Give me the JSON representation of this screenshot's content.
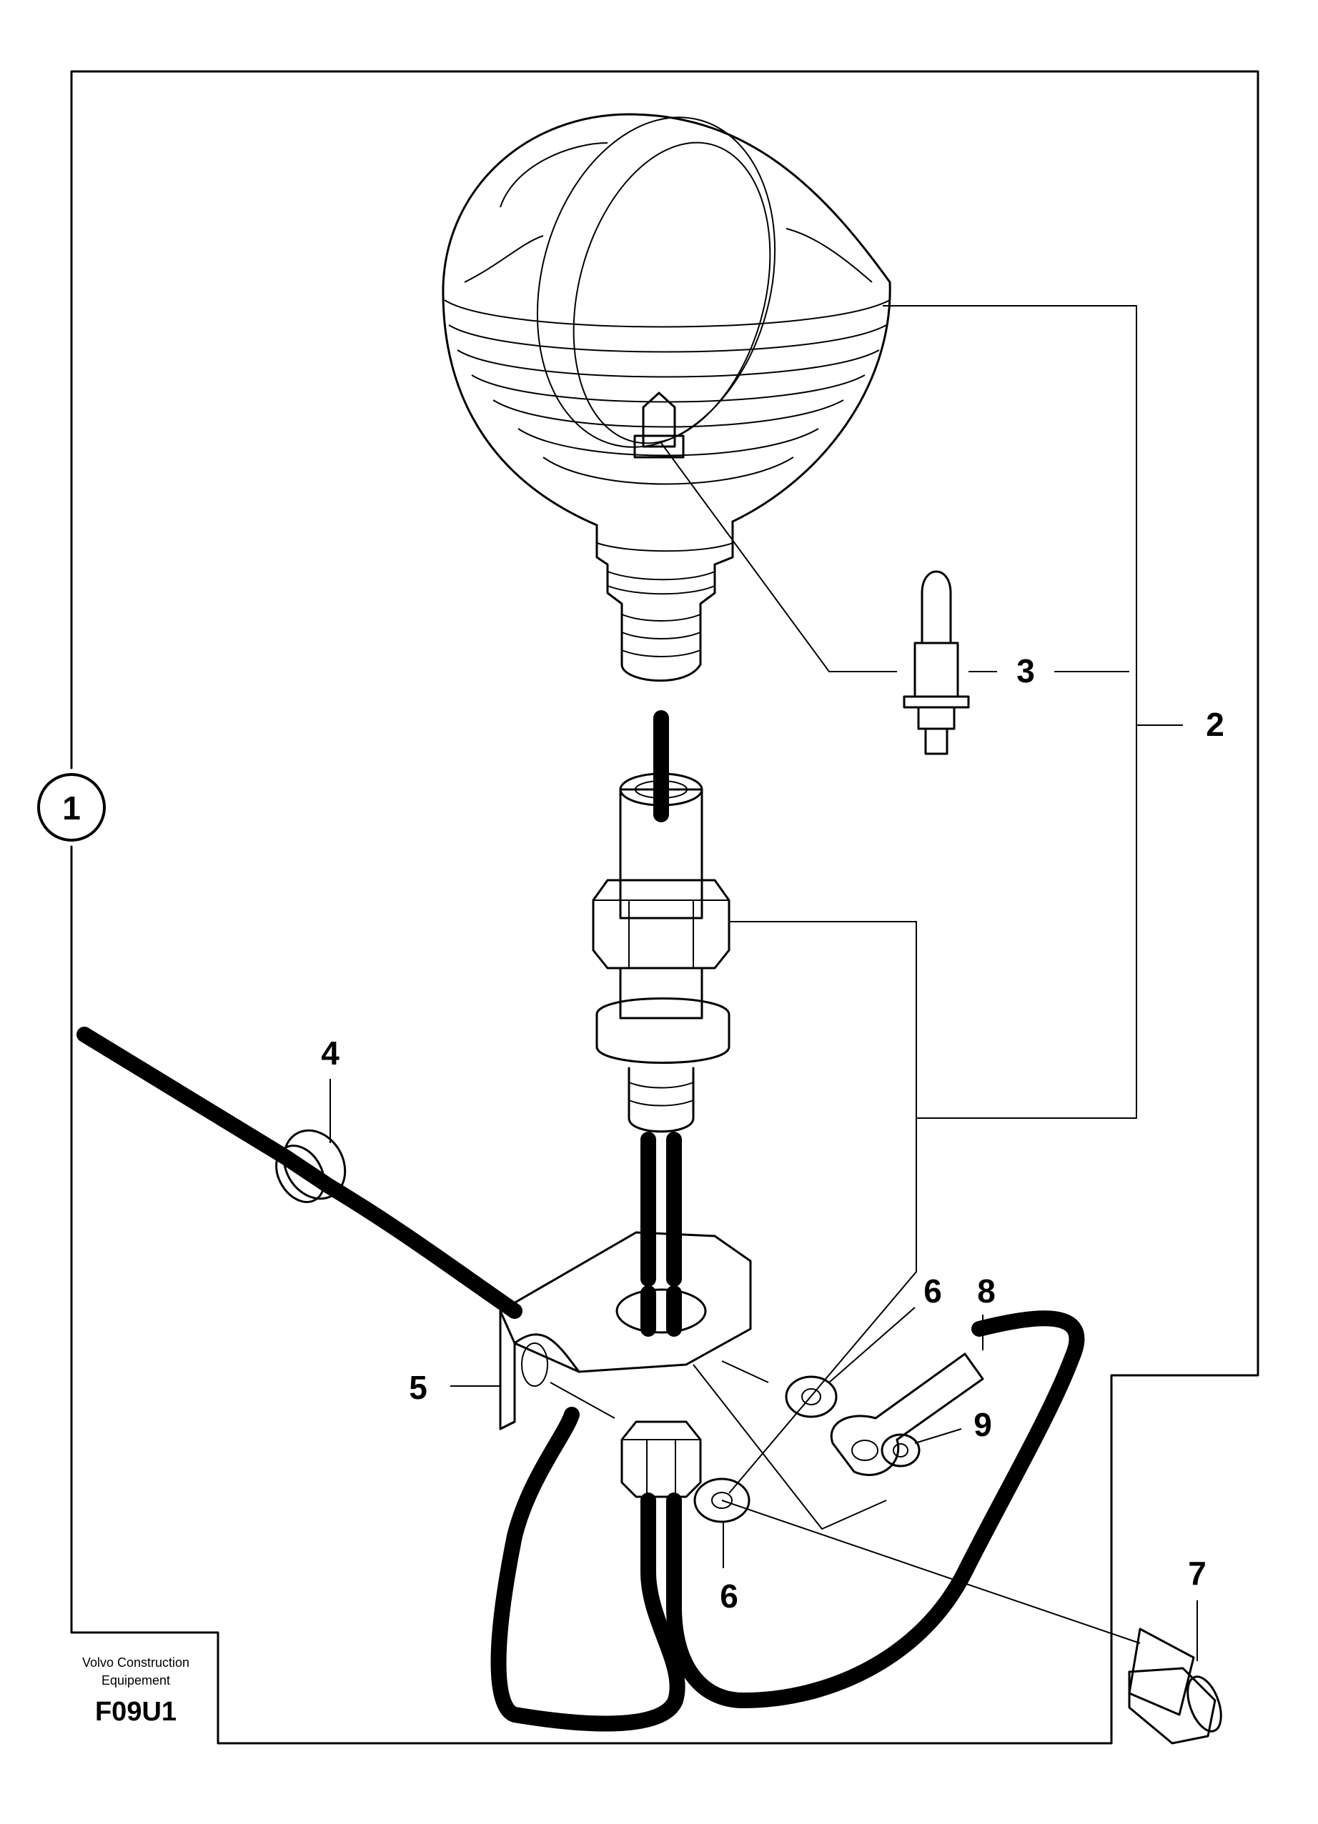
{
  "callouts": {
    "c1": "1",
    "c2": "2",
    "c3": "3",
    "c4": "4",
    "c5": "5",
    "c6a": "6",
    "c6b": "6",
    "c7": "7",
    "c8": "8",
    "c9": "9"
  },
  "footer": {
    "company_line1": "Volvo Construction",
    "company_line2": "Equipement",
    "figure_code": "F09U1"
  }
}
